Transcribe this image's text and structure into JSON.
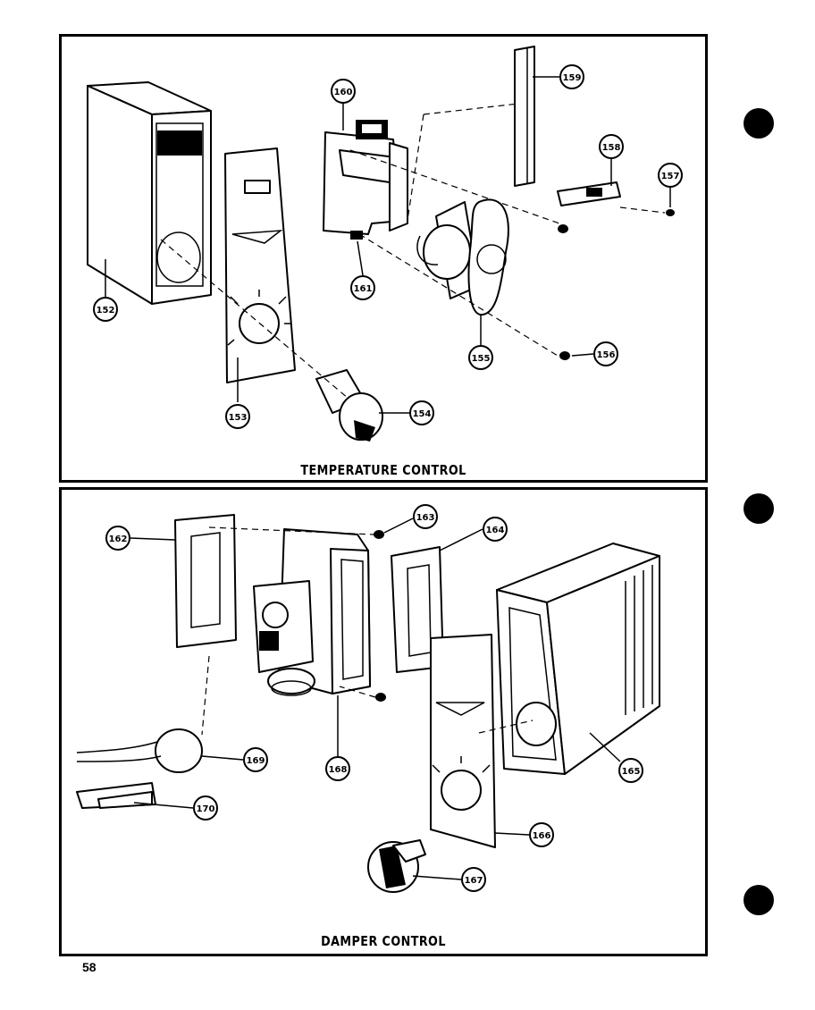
{
  "page": {
    "number": "58"
  },
  "panels": [
    {
      "id": "temperature",
      "title": "TEMPERATURE CONTROL",
      "callouts": [
        "152",
        "153",
        "154",
        "155",
        "156",
        "157",
        "158",
        "159",
        "160",
        "161"
      ]
    },
    {
      "id": "damper",
      "title": "DAMPER CONTROL",
      "callouts": [
        "162",
        "163",
        "164",
        "165",
        "166",
        "167",
        "168",
        "169",
        "170"
      ]
    }
  ]
}
